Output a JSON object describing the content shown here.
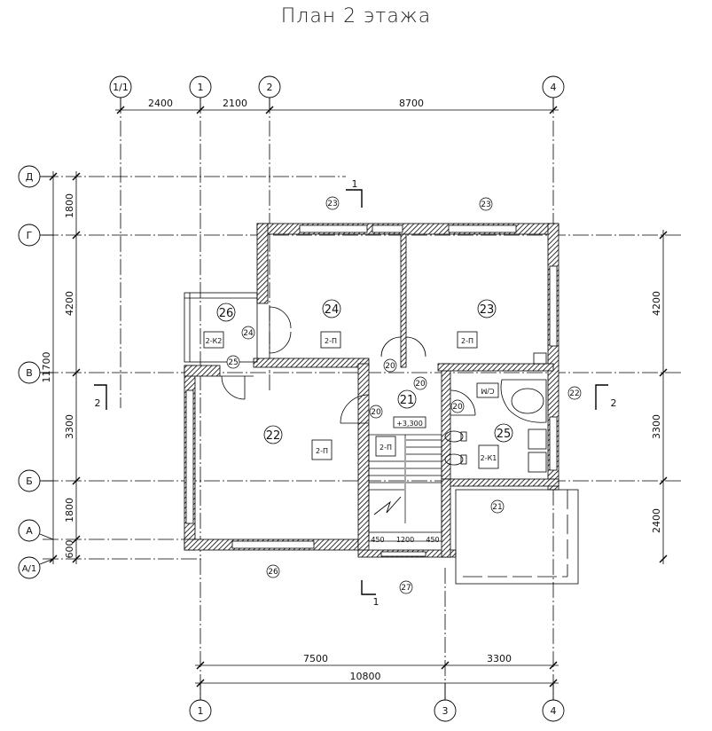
{
  "title": "План 2 этажа",
  "axes_vertical": [
    {
      "label": "1/1"
    },
    {
      "label": "1"
    },
    {
      "label": "2"
    },
    {
      "label": "4"
    }
  ],
  "axes_vertical_bottom": [
    {
      "label": "1"
    },
    {
      "label": "3"
    },
    {
      "label": "4"
    }
  ],
  "axes_horizontal": [
    {
      "label": "Д"
    },
    {
      "label": "Г"
    },
    {
      "label": "В"
    },
    {
      "label": "Б"
    },
    {
      "label": "А"
    },
    {
      "label": "А/1"
    }
  ],
  "dims_top": [
    "2400",
    "2100",
    "8700"
  ],
  "dims_left": [
    "1800",
    "4200",
    "3300",
    "1800",
    "600"
  ],
  "dim_left_total": "11700",
  "dims_right": [
    "4200",
    "3300",
    "2400"
  ],
  "dims_bottom": [
    "7500",
    "3300"
  ],
  "dim_bottom_total": "10800",
  "stair_dims": [
    "450",
    "1200",
    "450"
  ],
  "level_mark": "+3,300",
  "rooms": [
    {
      "number": "24",
      "code": "2-П"
    },
    {
      "number": "23",
      "code": "2-П"
    },
    {
      "number": "26",
      "code": "2-К2"
    },
    {
      "number": "22",
      "code": "2-П"
    },
    {
      "number": "21",
      "code": "2-П"
    },
    {
      "number": "25",
      "code": "2-К1"
    }
  ],
  "small_tags": [
    "23",
    "23",
    "24",
    "25",
    "20",
    "20",
    "20",
    "20",
    "22",
    "21",
    "26",
    "27"
  ],
  "section_marks": [
    "1",
    "1",
    "2",
    "2"
  ],
  "equipment_label": "С/М"
}
